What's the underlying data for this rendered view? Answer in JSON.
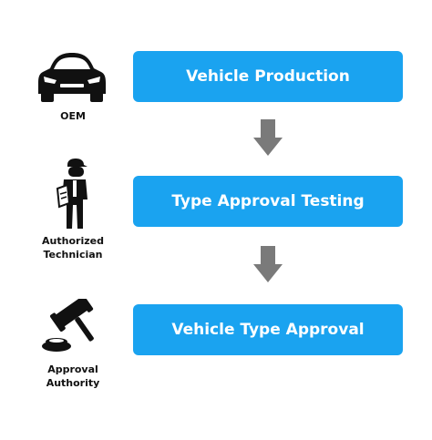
{
  "steps": [
    {
      "label": "Vehicle Production"
    },
    {
      "label": "Type Approval Testing"
    },
    {
      "label": "Vehicle Type Approval"
    }
  ],
  "actors": [
    {
      "label": "OEM",
      "icon": "car-icon"
    },
    {
      "label": "Authorized\nTechnician",
      "icon": "technician-icon"
    },
    {
      "label": "Approval\nAuthority",
      "icon": "gavel-icon"
    }
  ],
  "colors": {
    "step_box": "#1aa3f0",
    "arrow": "#7a7a7a",
    "icon": "#111111"
  }
}
